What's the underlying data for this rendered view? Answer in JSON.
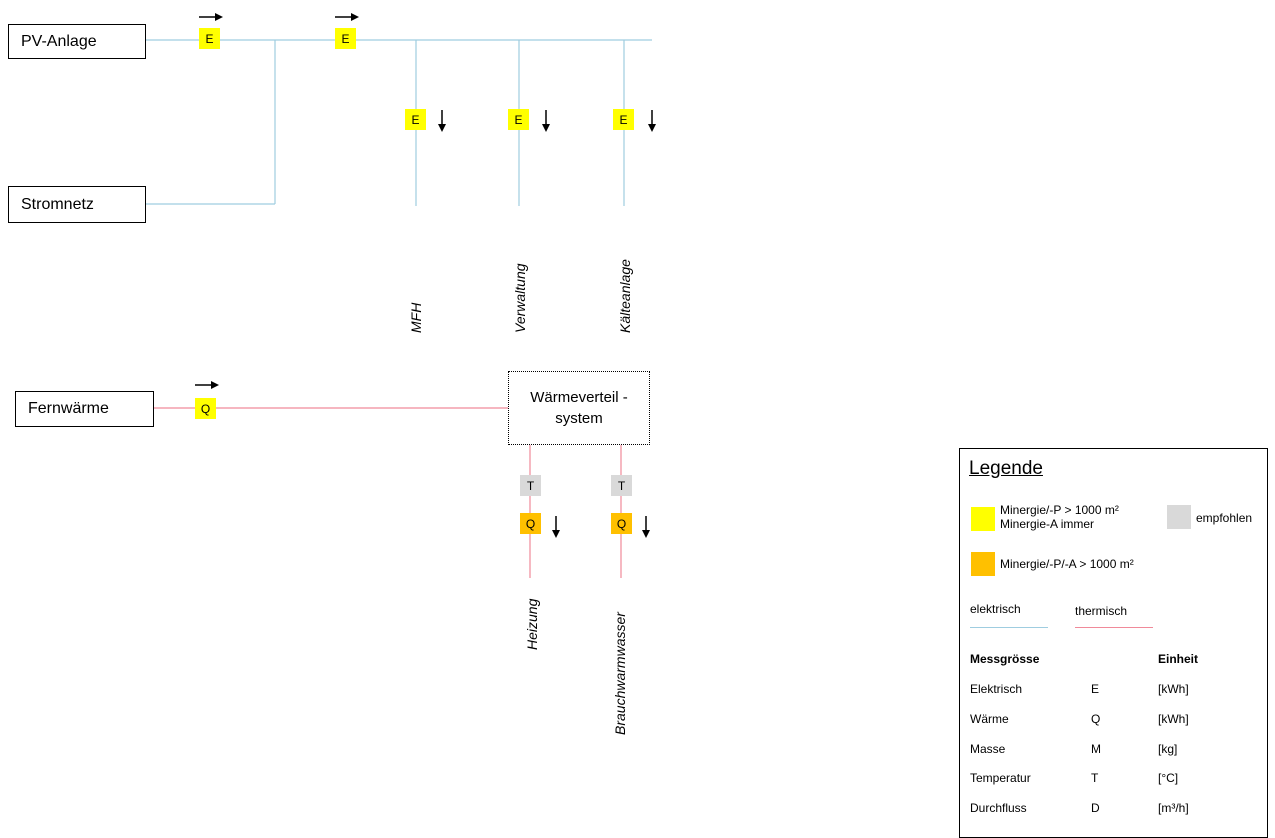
{
  "sources": {
    "pv": "PV-Anlage",
    "grid": "Stromnetz",
    "district_heat": "Fernwärme"
  },
  "distribution": {
    "line1": "Wärmeverteil -",
    "line2": "system"
  },
  "meters": {
    "electric": "E",
    "heat": "Q",
    "temperature": "T"
  },
  "consumers_electric": [
    "MFH",
    "Verwaltung",
    "Kälteanlage"
  ],
  "consumers_heat": [
    "Heizung",
    "Brauchwarmwasser"
  ],
  "colors": {
    "electric_line": "#9fcde0",
    "thermal_line": "#f08a9a",
    "meter_electric": "#ffff00",
    "meter_heat": "#ffc000",
    "meter_recommended": "#d9d9d9"
  },
  "legend": {
    "title": "Legende",
    "yellow_line1": "Minergie/-P > 1000 m²",
    "yellow_line2": "Minergie-A immer",
    "gray_label": "empfohlen",
    "orange_label": "Minergie/-P/-A > 1000 m²",
    "electric_label": "elektrisch",
    "thermal_label": "thermisch",
    "header_quantity": "Messgrösse",
    "header_unit": "Einheit",
    "rows": [
      {
        "name": "Elektrisch",
        "symbol": "E",
        "unit": "[kWh]"
      },
      {
        "name": "Wärme",
        "symbol": "Q",
        "unit": "[kWh]"
      },
      {
        "name": "Masse",
        "symbol": "M",
        "unit": "[kg]"
      },
      {
        "name": "Temperatur",
        "symbol": "T",
        "unit": "[°C]"
      },
      {
        "name": "Durchfluss",
        "symbol": "D",
        "unit": "[m³/h]"
      }
    ]
  }
}
